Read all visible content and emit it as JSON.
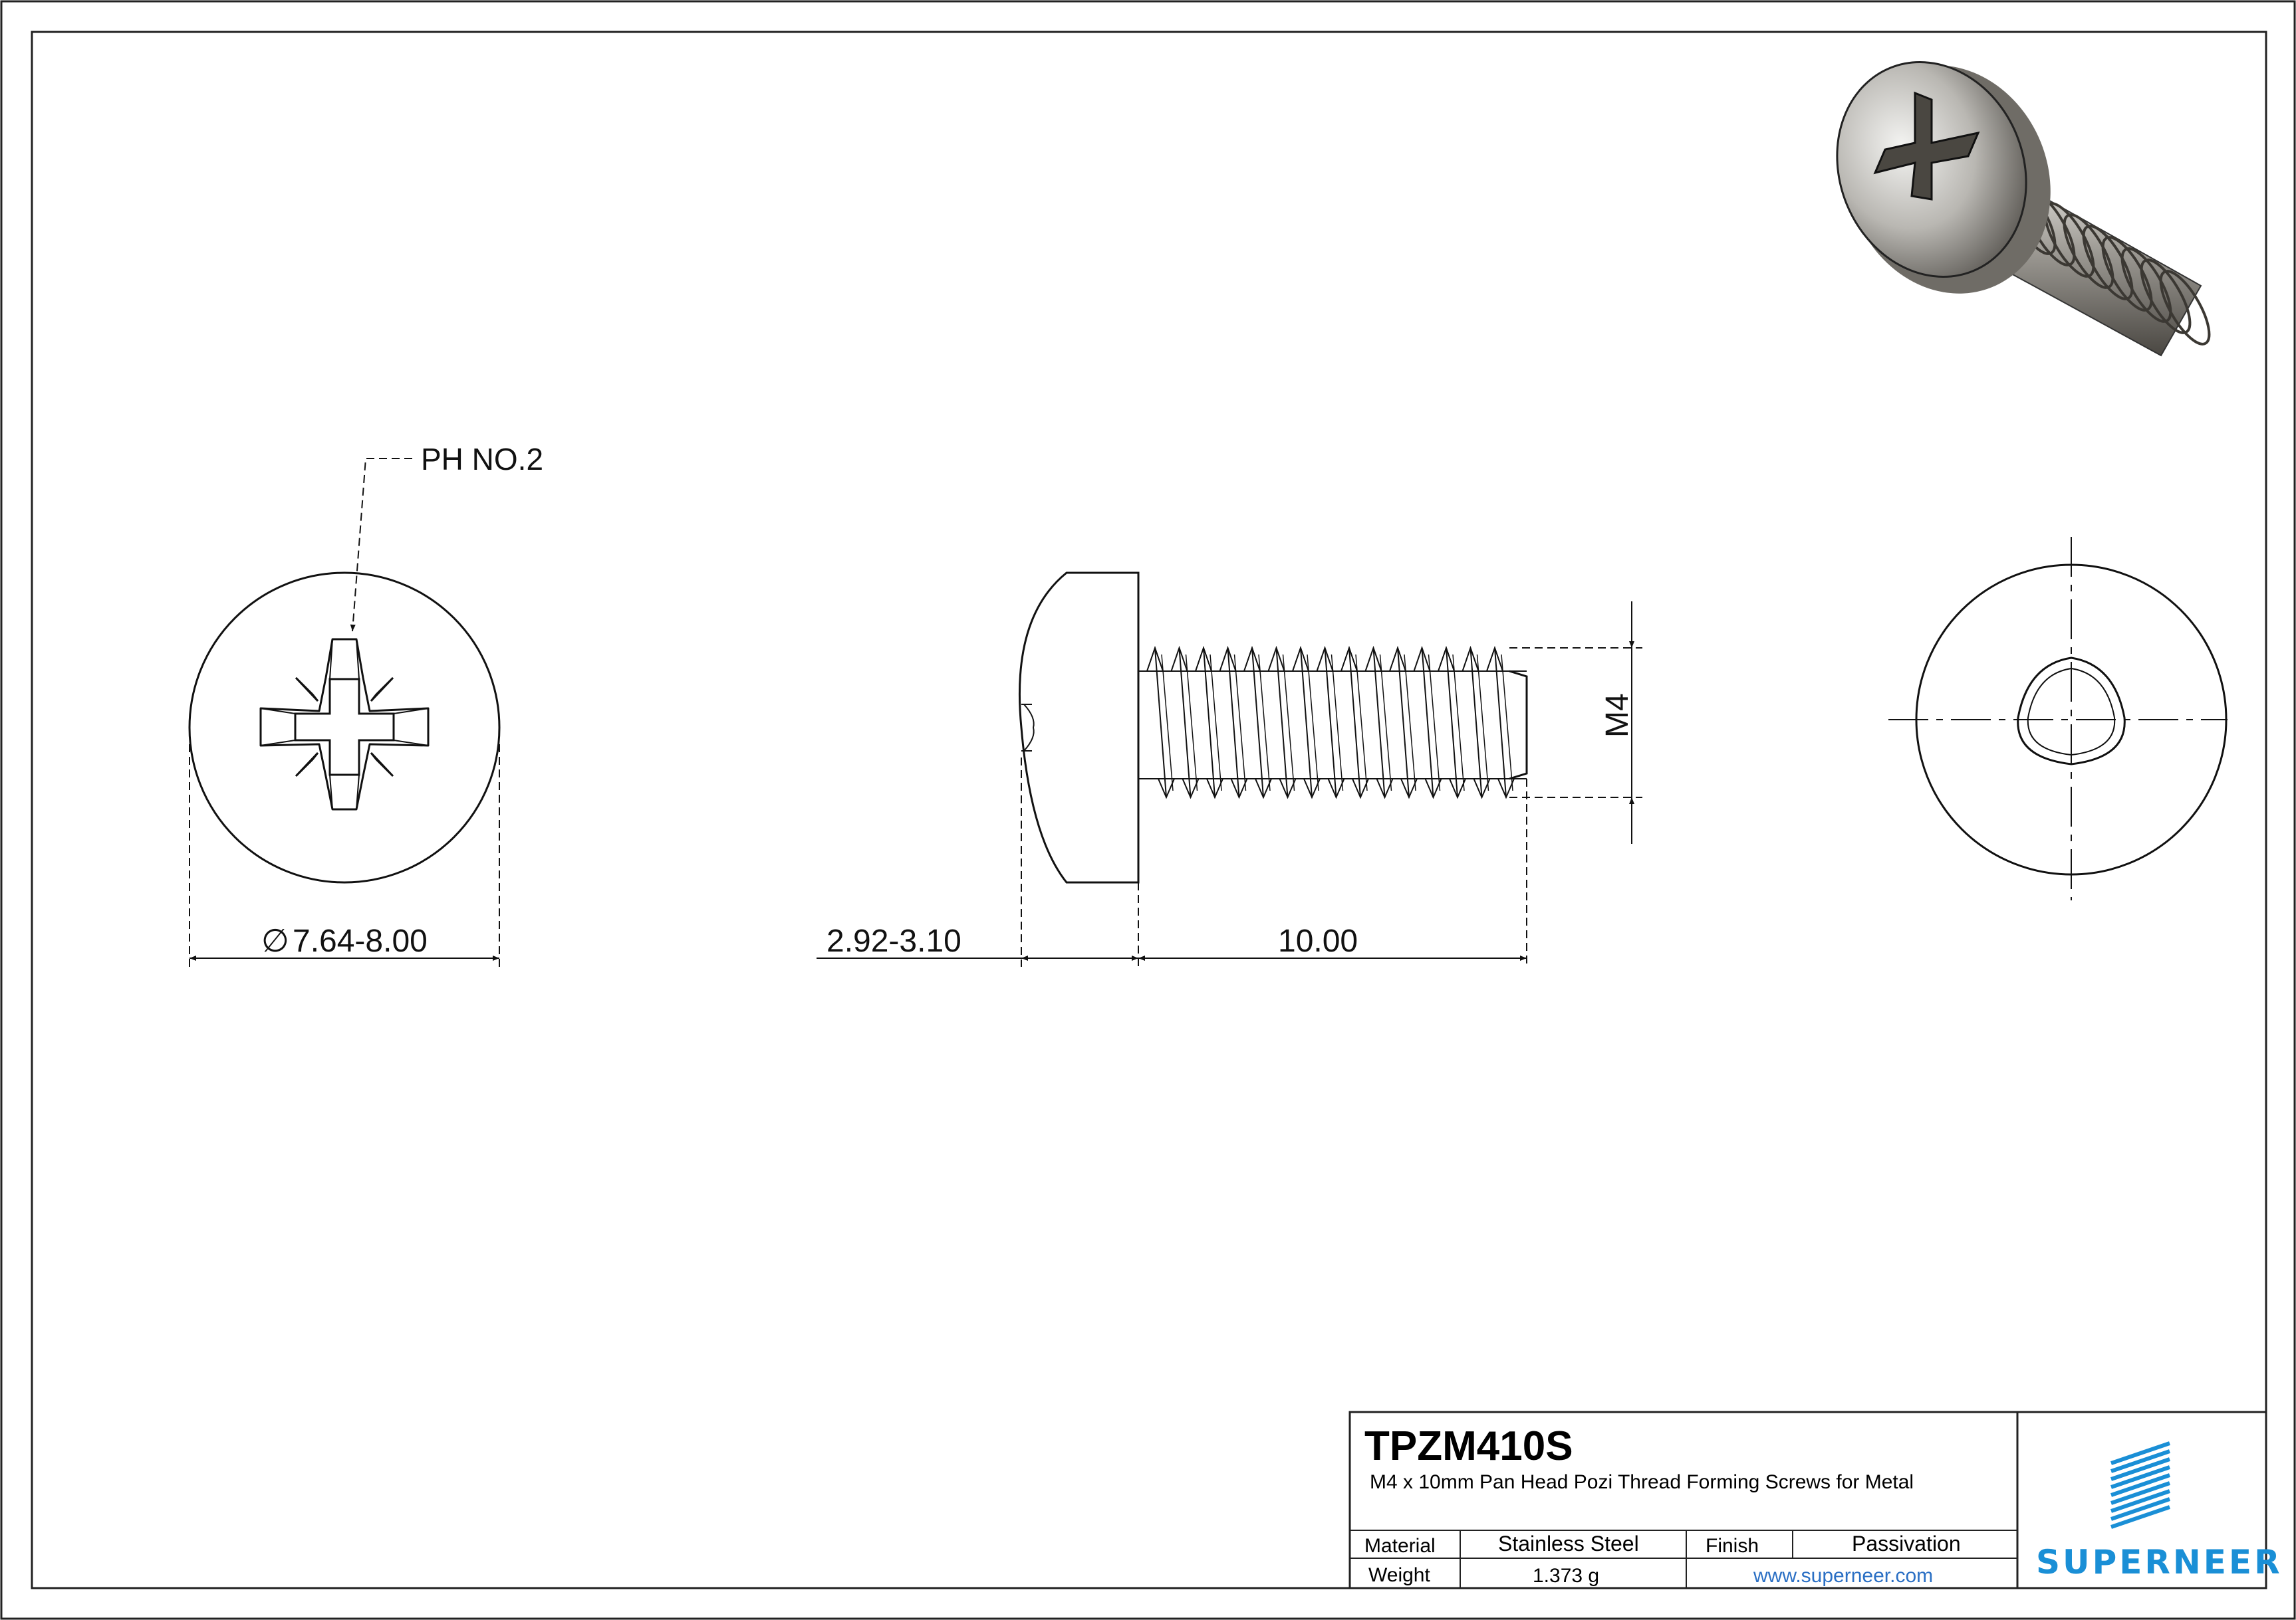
{
  "drawing": {
    "drive_label": "PH NO.2",
    "head_diameter": "7.64-8.00",
    "diameter_symbol": "∅",
    "head_height": "2.92-3.10",
    "length": "10.00",
    "thread_size": "M4"
  },
  "title_block": {
    "part_number": "TPZM410S",
    "description": "M4 x 10mm Pan Head Pozi Thread Forming Screws for Metal",
    "material_label": "Material",
    "material_value": "Stainless Steel",
    "finish_label": "Finish",
    "finish_value": "Passivation",
    "weight_label": "Weight",
    "weight_value": "1.373 g",
    "website": "www.superneer.com",
    "brand": "SUPERNEER",
    "brand_color": "#1a8fd6"
  }
}
